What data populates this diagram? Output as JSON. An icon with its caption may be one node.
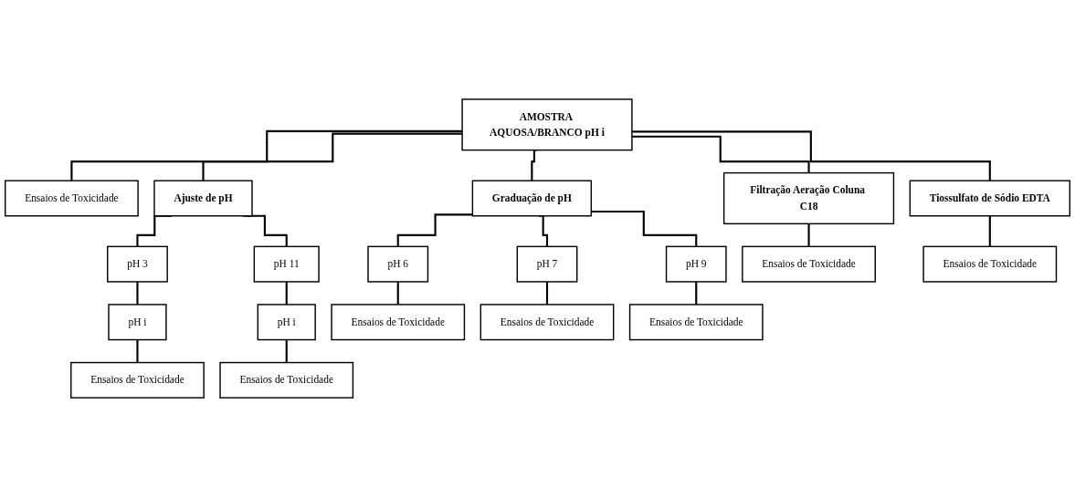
{
  "diagram": {
    "nodes": [
      {
        "text": [
          "AMOSTRA AQUOSA/BRANCO pH i"
        ]
      },
      {
        "text": [
          "Ensaios de Toxicidade"
        ]
      },
      {
        "text": [
          "Ajuste de pH"
        ]
      },
      {
        "text": [
          "Graduação de pH"
        ]
      },
      {
        "text": [
          "Filtração Aeração Coluna C18"
        ]
      },
      {
        "text": [
          "Tiossulfato de Sódio EDTA"
        ]
      },
      {
        "text": [
          "pH 3"
        ]
      },
      {
        "text": [
          "pH 11"
        ]
      },
      {
        "text": [
          "pH i"
        ]
      },
      {
        "text": [
          "Ensaios de Toxicidade"
        ]
      },
      {
        "text": [
          "pH i"
        ]
      },
      {
        "text": [
          "Ensaios de Toxicidade"
        ]
      },
      {
        "text": [
          "pH 6"
        ]
      },
      {
        "text": [
          "Ensaios de Toxicidade"
        ]
      },
      {
        "text": [
          "pH 7"
        ]
      },
      {
        "text": [
          "Ensaios de Toxicidade"
        ]
      },
      {
        "text": [
          "pH 9"
        ]
      },
      {
        "text": [
          "Ensaios de Toxicidade"
        ]
      },
      {
        "text": [
          "Ensaios de Toxicidade"
        ]
      },
      {
        "text": [
          "Ensaios de Toxicidade"
        ]
      }
    ],
    "edges": [
      {
        "from": 0,
        "to": 1,
        "arrow": "none"
      },
      {
        "from": 0,
        "to": 2,
        "arrow": "none"
      },
      {
        "from": 0,
        "to": 3,
        "arrow": "none"
      },
      {
        "from": 0,
        "to": 4,
        "arrow": "none"
      },
      {
        "from": 0,
        "to": 5,
        "arrow": "none"
      },
      {
        "from": 2,
        "to": 6,
        "arrow": "none"
      },
      {
        "from": 2,
        "to": 7,
        "arrow": "none"
      },
      {
        "from": 6,
        "to": 8,
        "arrow": "none"
      },
      {
        "from": 8,
        "to": 9,
        "arrow": "none"
      },
      {
        "from": 7,
        "to": 10,
        "arrow": "none"
      },
      {
        "from": 10,
        "to": 11,
        "arrow": "none"
      },
      {
        "from": 3,
        "to": 12,
        "arrow": "none"
      },
      {
        "from": 3,
        "to": 14,
        "arrow": "none"
      },
      {
        "from": 3,
        "to": 16,
        "arrow": "none"
      },
      {
        "from": 12,
        "to": 13,
        "arrow": "none"
      },
      {
        "from": 14,
        "to": 15,
        "arrow": "none"
      },
      {
        "from": 16,
        "to": 17,
        "arrow": "none"
      },
      {
        "from": 4,
        "to": 18,
        "arrow": "none"
      },
      {
        "from": 5,
        "to": 19,
        "arrow": "none"
      }
    ]
  }
}
